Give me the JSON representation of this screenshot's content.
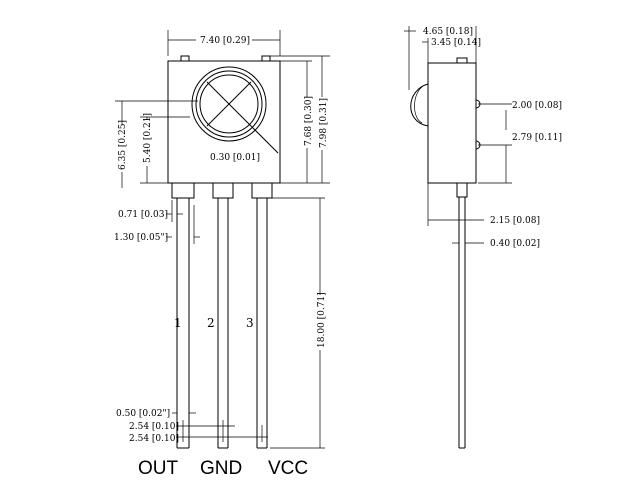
{
  "dimensions": {
    "width_body": "7.40 [0.29]",
    "height_lens_center": "6.35 [0.25]",
    "lens_diameter": "5.40 [0.21]",
    "body_height": "7.68 [0.30]",
    "total_height_body": "7.98 [0.31]",
    "lens_wire": "0.30 [0.01]",
    "pin_width": "0.71 [0.03]",
    "pin_shoulder": "1.30 [0.05\"]",
    "lead_length": "18.00 [0.71]",
    "lead_thickness_front": "0.50 [0.02\"]",
    "pitch_1": "2.54 [0.10]",
    "pitch_2": "2.54 [0.10]",
    "depth_total": "4.65 [0.18]",
    "depth_body": "3.45 [0.14]",
    "side_upper": "2.00 [0.08]",
    "side_lower": "2.79 [0.11]",
    "lead_offset": "2.15 [0.08]",
    "lead_thickness_side": "0.40 [0.02]"
  },
  "pin_numbers": [
    "1",
    "2",
    "3"
  ],
  "pin_labels": [
    "OUT",
    "GND",
    "VCC"
  ]
}
